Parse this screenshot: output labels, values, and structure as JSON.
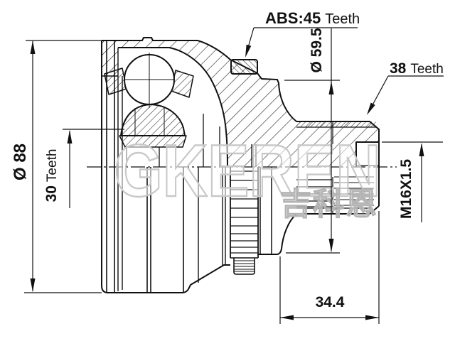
{
  "labels": {
    "abs": {
      "value": "ABS:45",
      "unit": "Teeth"
    },
    "outer_diameter": "Ø 88",
    "inner_spline": {
      "value": "30",
      "unit": "Teeth"
    },
    "step_diameter": "Ø 59.5",
    "shaft_spline": {
      "value": "38",
      "unit": "Teeth"
    },
    "thread": "M16X1.5",
    "spline_length": "34.4"
  },
  "watermark": {
    "brand": "GKEREN",
    "brand_cjk": "吉科恩"
  },
  "colors": {
    "line": "#111111",
    "background": "#ffffff",
    "watermark_stroke": "#c8c8c8"
  }
}
